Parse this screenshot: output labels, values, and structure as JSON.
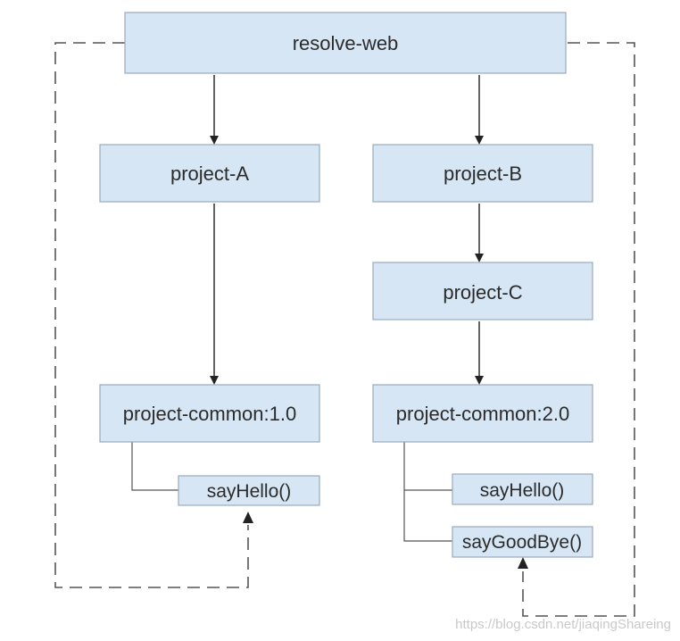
{
  "nodes": {
    "resolve_web": "resolve-web",
    "project_a": "project-A",
    "project_b": "project-B",
    "project_c": "project-C",
    "common_1": "project-common:1.0",
    "common_2": "project-common:2.0",
    "say_hello_1": "sayHello()",
    "say_hello_2": "sayHello()",
    "say_goodbye": "sayGoodBye()"
  },
  "watermark": "https://blog.csdn.net/jiaqingShareing",
  "colors": {
    "node_fill": "#d6e6f4",
    "node_border": "#9aaabb",
    "edge": "#222222",
    "dashed_path": "#555555"
  }
}
